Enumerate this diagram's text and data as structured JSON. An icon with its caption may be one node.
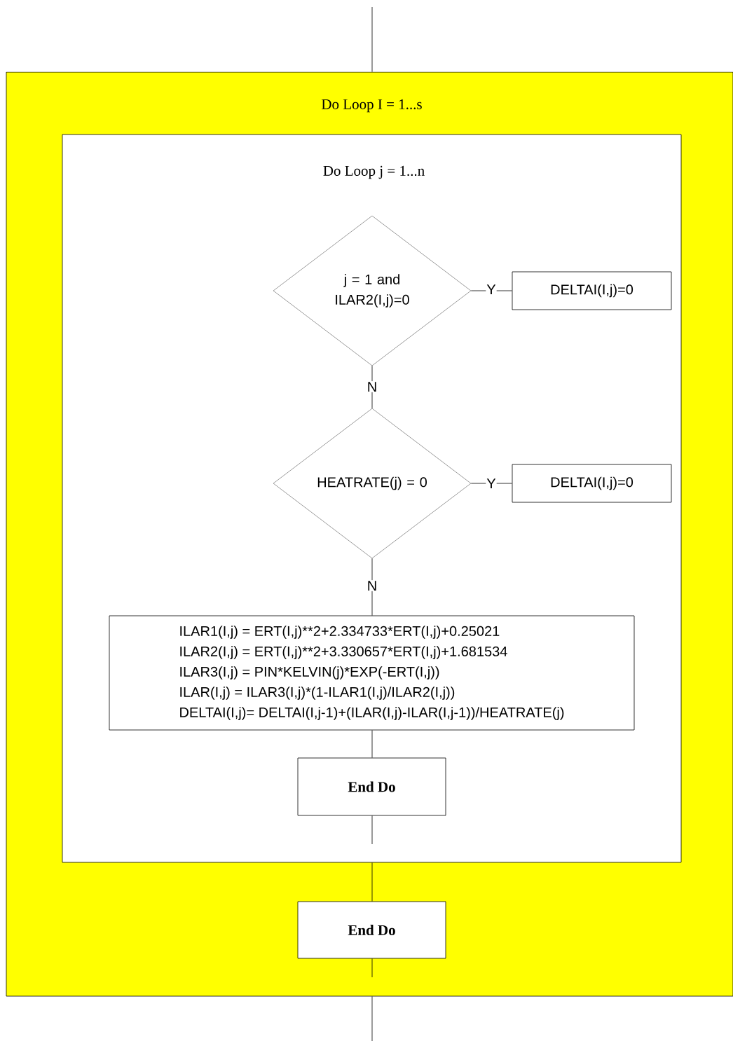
{
  "diagram": {
    "nodes": [
      {
        "text": [
          "Do Loop I = 1...s"
        ]
      },
      {
        "text": [
          "Do Loop j = 1...n"
        ],
        "in": 0
      },
      {
        "text": [
          "j = 1 and ILAR2(I,j)=0"
        ],
        "in": 1
      },
      {
        "text": [
          "DELTAI(I,j)=0"
        ],
        "in": 1
      },
      {
        "text": [
          "HEATRATE(j) = 0"
        ],
        "in": 1
      },
      {
        "text": [
          "DELTAI(I,j)=0"
        ],
        "in": 1
      },
      {
        "text": [
          "ILAR1(I,j) = ERT(I,j)**2+2.334733*ERT(I,j)+0.25021",
          "ILAR2(I,j) = ERT(I,j)**2+3.330657*ERT(I,j)+1.681534",
          "ILAR3(I,j) = PIN*KELVIN(j)*EXP(-ERT(I,j))",
          "ILAR(I,j) = ILAR3(I,j)*(1-ILAR1(I,j)/ILAR2(I,j))",
          "DELTAI(I,j)= DELTAI(I,j-1)+(ILAR(I,j)-ILAR(I,j-1))/HEATRATE(j)"
        ],
        "in": 1
      },
      {
        "text": [
          "End Do"
        ],
        "in": 1
      },
      {
        "text": [
          "End Do"
        ],
        "in": 0
      }
    ],
    "edges": [
      {
        "from": null,
        "to": 0,
        "arrow": "none"
      },
      {
        "from": 2,
        "to": 3,
        "arrow": "none",
        "label": "Y"
      },
      {
        "from": 2,
        "to": 4,
        "arrow": "none",
        "label": "N"
      },
      {
        "from": 4,
        "to": 5,
        "arrow": "none",
        "label": "Y"
      },
      {
        "from": 4,
        "to": 6,
        "arrow": "none",
        "label": "N"
      },
      {
        "from": 6,
        "to": 7,
        "arrow": "none"
      },
      {
        "from": 7,
        "to": null,
        "arrow": "none"
      },
      {
        "from": 1,
        "to": 8,
        "arrow": "none"
      },
      {
        "from": 8,
        "to": null,
        "arrow": "none"
      },
      {
        "from": 0,
        "to": null,
        "arrow": "none"
      }
    ]
  }
}
